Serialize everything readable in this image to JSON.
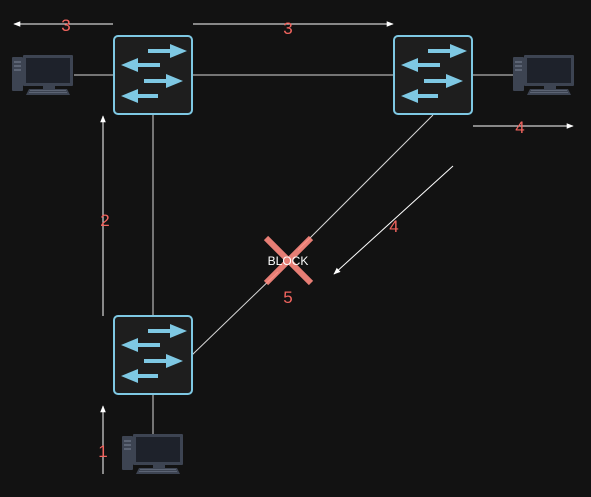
{
  "colors": {
    "background": "#121212",
    "link": "#d8d8d8",
    "flow_arrow": "#ffffff",
    "step_label": "#f2655f",
    "switch_fill": "#1e1e1e",
    "switch_border": "#7ec8e3",
    "switch_arrows": "#7ec8e3",
    "pc_body": "#3d4452",
    "pc_screen": "#1e222b",
    "block_mark": "#ff8a80"
  },
  "icons": {
    "switch": "switch-icon",
    "pc": "desktop-computer-icon",
    "block": "block-x-icon"
  },
  "switches": [
    {
      "id": "switch-top-left"
    },
    {
      "id": "switch-top-right"
    },
    {
      "id": "switch-bottom"
    }
  ],
  "computers": [
    {
      "id": "pc-top-left"
    },
    {
      "id": "pc-top-right"
    },
    {
      "id": "pc-bottom"
    }
  ],
  "steps": {
    "step1": "1",
    "step2": "2",
    "step3_left": "3",
    "step3_right": "3",
    "step4_right": "4",
    "step4_diag": "4",
    "step5": "5"
  },
  "block": {
    "label": "BLOCK"
  }
}
